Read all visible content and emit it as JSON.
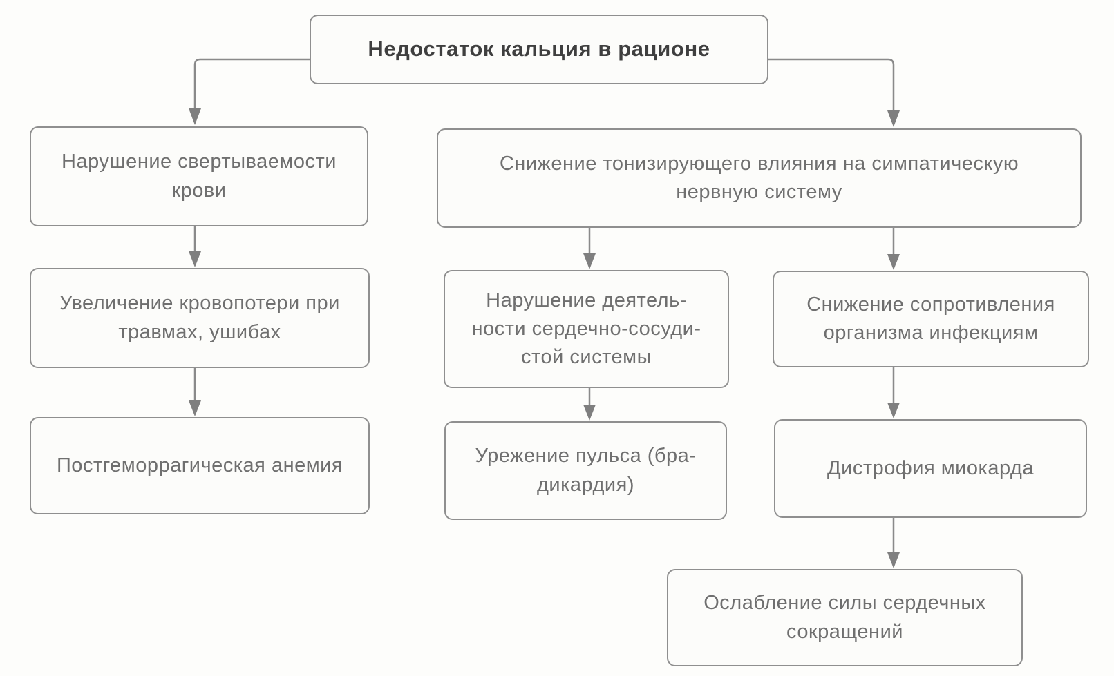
{
  "diagram": {
    "type": "flowchart",
    "language": "ru",
    "colors": {
      "background": "#fdfdfb",
      "box_fill": "#fcfcfa",
      "box_border": "#8f8f8f",
      "body_text": "#6f6f6f",
      "title_text": "#3f3f3f",
      "arrow": "#8a8a8a"
    },
    "nodes": {
      "root": {
        "text": "Недостаток кальция в рационе"
      },
      "left1": {
        "text": "Нарушение свертываемости\nкрови"
      },
      "right1": {
        "text": "Снижение тонизирующего влияния на симпатическую\nнервную систему"
      },
      "left2": {
        "text": "Увеличение кровопотери при\nтравмах, ушибах"
      },
      "mid2": {
        "text": "Нарушение деятель-\nности сердечно-сосуди-\nстой системы"
      },
      "right2": {
        "text": "Снижение сопротивления\nорганизма инфекциям"
      },
      "left3": {
        "text": "Постгеморрагическая анемия"
      },
      "mid3": {
        "text": "Урежение пульса (бра-\nдикардия)"
      },
      "right3": {
        "text": "Дистрофия миокарда"
      },
      "bottom": {
        "text": "Ослабление силы сердечных\nсокращений"
      }
    },
    "connections": [
      {
        "from": "root",
        "to": "left1"
      },
      {
        "from": "root",
        "to": "right1"
      },
      {
        "from": "left1",
        "to": "left2"
      },
      {
        "from": "left2",
        "to": "left3"
      },
      {
        "from": "right1",
        "to": "mid2"
      },
      {
        "from": "right1",
        "to": "right2"
      },
      {
        "from": "mid2",
        "to": "mid3"
      },
      {
        "from": "right2",
        "to": "right3"
      },
      {
        "from": "right3",
        "to": "bottom"
      }
    ]
  }
}
